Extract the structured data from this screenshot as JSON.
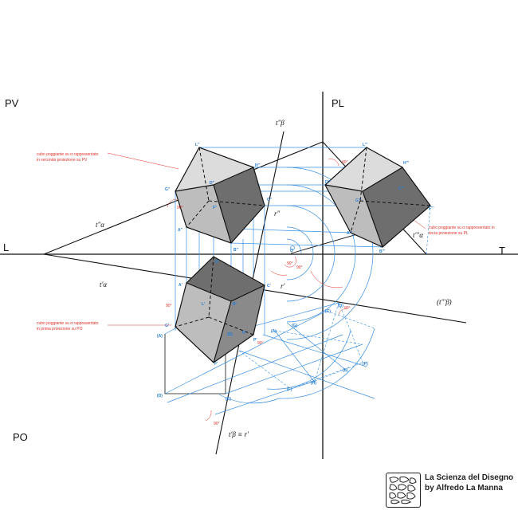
{
  "planes": {
    "pv": "PV",
    "pl": "PL",
    "po": "PO",
    "l": "L",
    "t": "T"
  },
  "traces": {
    "t2beta": "t\"β",
    "t2alpha": "t\"α",
    "t1alpha": "t'α",
    "t3alpha": "t'\"α",
    "t3beta": "(t\"'β)",
    "t1beta_r": "t'β ≡ r'",
    "r2": "r\"",
    "r1": "r'"
  },
  "notes": {
    "pv_note_1": "cubo poggiante su α  rappresentato",
    "pv_note_2": "in seconda proiezione su PV",
    "pl_note_1": "cubo poggiante su α  rappresentato in",
    "pl_note_2": "terza proiezione su PL",
    "po_note_1": "cubo poggiante su α  rappresentato",
    "po_note_2": "in prima proiezione su PO"
  },
  "angles": {
    "a1": "90°",
    "a2": "90°",
    "a3": "90°",
    "a4": "90°",
    "a5": "90°",
    "a6": "90°",
    "a7": "90°",
    "a8": "90°"
  },
  "points": {
    "L2": "L\"",
    "H2": "H\"",
    "D2": "D\"",
    "G2": "G\"",
    "C2": "C\"",
    "A2": "A\"",
    "F2": "F\"",
    "B2": "B\"",
    "L3": "L\"'",
    "H3": "H\"'",
    "D3": "D\"'",
    "G3": "G\"'",
    "C3": "C\"'",
    "A3": "A\"'",
    "F3": "F\"'",
    "B3": "B\"'",
    "A1": "A'",
    "D1": "D'",
    "G1": "G'",
    "C1": "C'",
    "L1": "L'",
    "H1": "H'",
    "B1": "B'",
    "F1": "F'",
    "pA": "(A)",
    "pD": "(D)",
    "pC": "(C)",
    "pB": "(B)",
    "pA2": "(A)",
    "pC2": "(C)",
    "pD2": "(D)",
    "pF": "(F)",
    "pG": "(G)",
    "pH": "(H)",
    "pL": "(L)",
    "pP": "(P)",
    "P1": "P'",
    "O": "O"
  },
  "brand": {
    "line1": "La Scienza del Disegno",
    "line2": "by Alfredo La Manna"
  }
}
